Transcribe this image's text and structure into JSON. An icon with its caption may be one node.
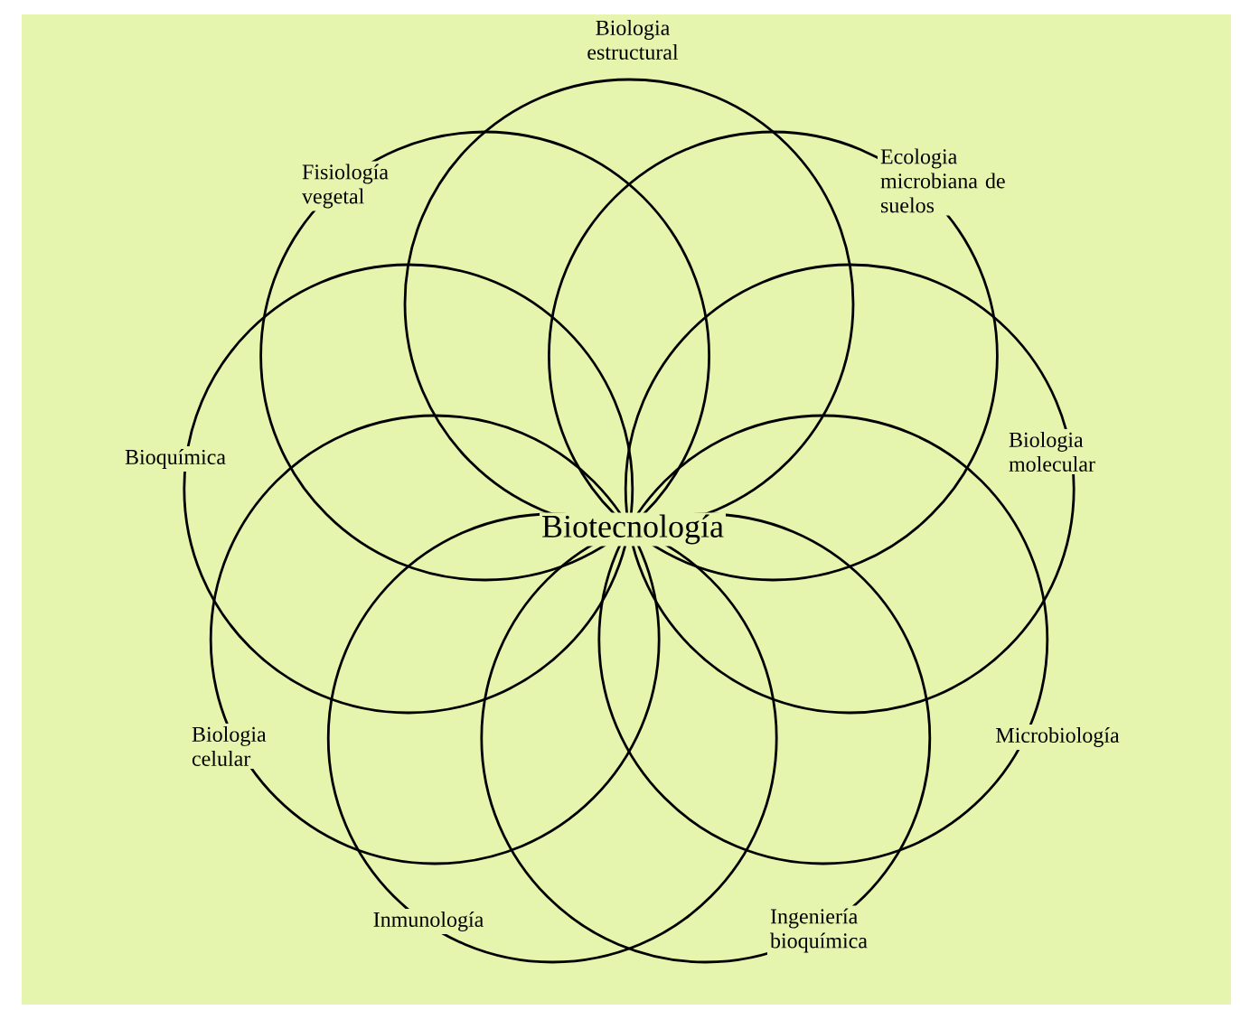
{
  "diagram": {
    "nodes": [
      {
        "text": [
          "Biologia estructural"
        ]
      },
      {
        "text": [
          "Ecologia microbiana de suelos"
        ]
      },
      {
        "text": [
          "Biologia molecular"
        ]
      },
      {
        "text": [
          "Microbiología"
        ]
      },
      {
        "text": [
          "Ingeniería bioquímica"
        ]
      },
      {
        "text": [
          "Inmunología"
        ]
      },
      {
        "text": [
          "Biologia celular"
        ]
      },
      {
        "text": [
          "Bioquímica"
        ]
      },
      {
        "text": [
          "Fisiología vegetal"
        ]
      }
    ],
    "labels": [
      "Biotecnología"
    ]
  }
}
